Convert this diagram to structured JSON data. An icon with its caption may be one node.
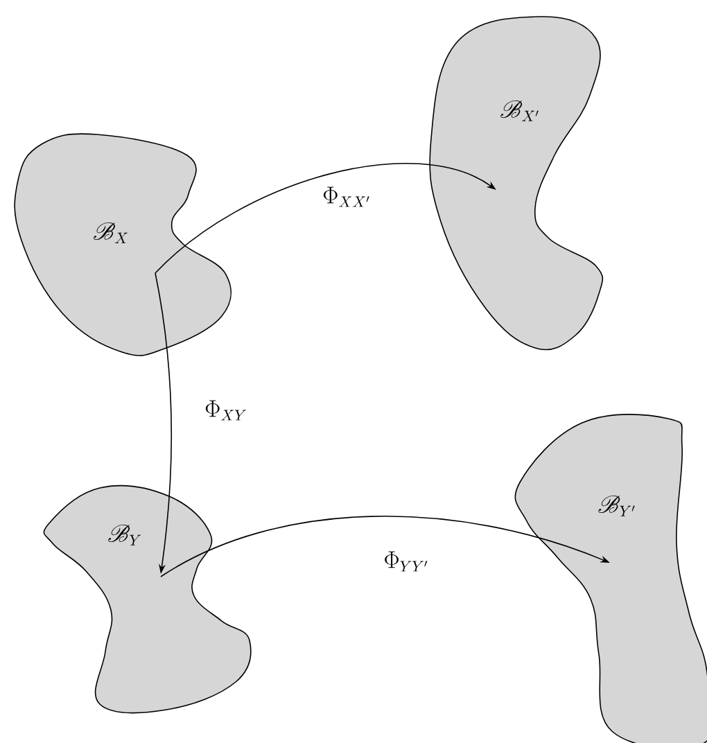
{
  "diagram": {
    "nodes": [
      {
        "text": [
          "\\mathscr{B}_X"
        ]
      },
      {
        "text": [
          "\\mathscr{B}_{X'}"
        ]
      },
      {
        "text": [
          "\\mathscr{B}_Y"
        ]
      },
      {
        "text": [
          "\\mathscr{B}_{Y'}"
        ]
      }
    ],
    "edges": [
      {
        "from": 0,
        "to": 1,
        "arrow": "to",
        "label": "\\Phi_{XX'}"
      },
      {
        "from": 0,
        "to": 2,
        "arrow": "to",
        "label": "\\Phi_{XY}"
      },
      {
        "from": 2,
        "to": 3,
        "arrow": "to",
        "label": "\\Phi_{YY'}"
      }
    ]
  }
}
